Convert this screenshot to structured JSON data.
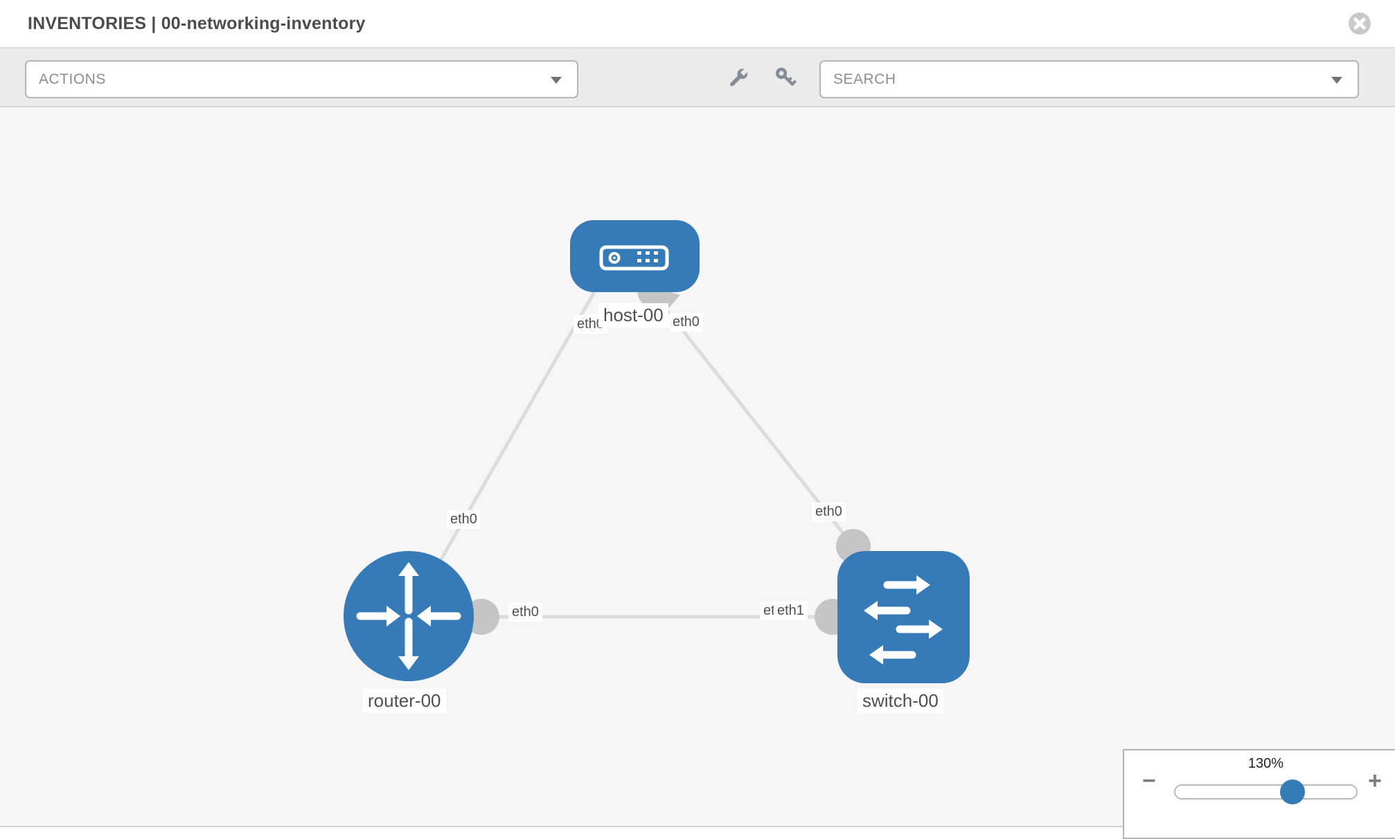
{
  "header": {
    "title": "INVENTORIES | 00-networking-inventory"
  },
  "toolbar": {
    "actions_placeholder": "ACTIONS",
    "search_placeholder": "SEARCH"
  },
  "colors": {
    "node_blue": "#377ab8",
    "accent_blue": "#337ab7",
    "link_gray": "#dcdcdc",
    "connector_gray": "#c5c5c5"
  },
  "graph": {
    "nodes": [
      {
        "id": "host-00",
        "type": "host",
        "label": "host-00"
      },
      {
        "id": "router-00",
        "type": "router",
        "label": "router-00"
      },
      {
        "id": "switch-00",
        "type": "switch",
        "label": "switch-00"
      }
    ],
    "links": [
      {
        "from": "router-00",
        "to": "host-00",
        "from_if": "eth0",
        "to_if": "eth0"
      },
      {
        "from": "host-00",
        "to": "switch-00",
        "from_if": "eth0",
        "to_if": "eth0"
      },
      {
        "from": "router-00",
        "to": "switch-00",
        "from_if": "eth0",
        "to_if": "eth1"
      }
    ],
    "if_labels": {
      "host_left": "eth0",
      "host_right": "eth0",
      "router_top": "eth0",
      "router_right": "eth0",
      "switch_top": "eth0",
      "switch_left_back": "eth0",
      "switch_left_front": "eth1"
    }
  },
  "zoom_control": {
    "value": "130%",
    "minus": "−",
    "plus": "+"
  }
}
